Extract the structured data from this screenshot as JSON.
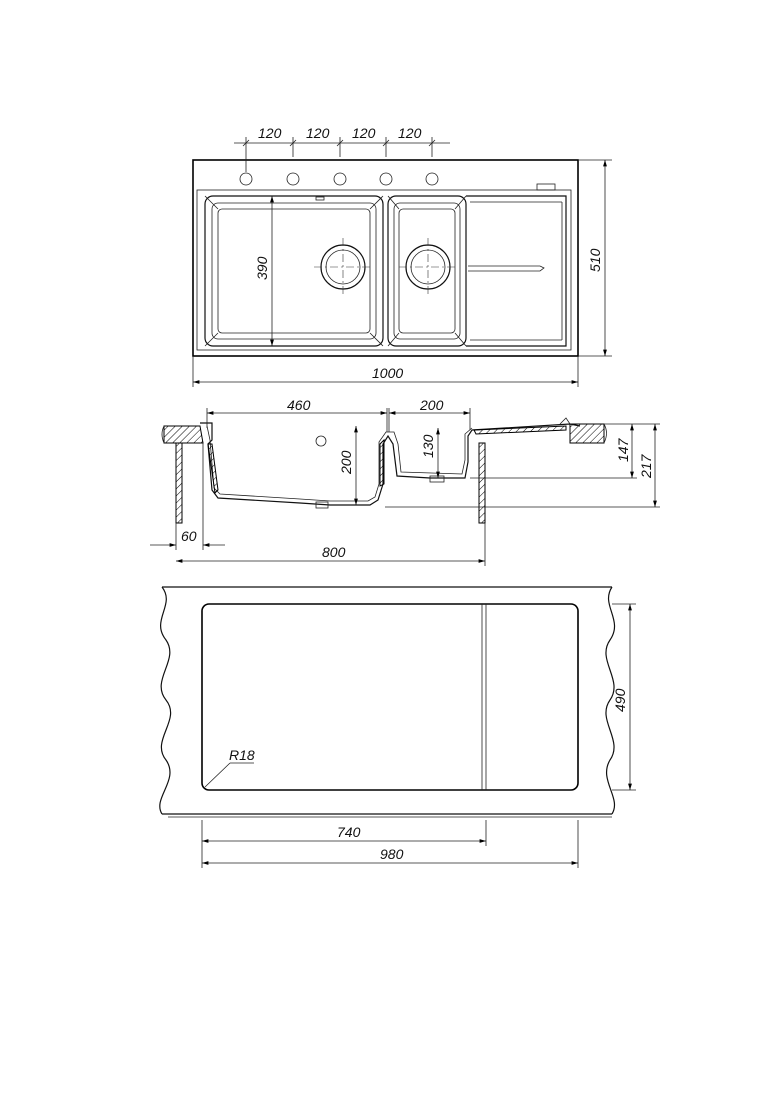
{
  "top_view": {
    "tap_spacing": [
      "120",
      "120",
      "120",
      "120"
    ],
    "bowl_depth": "390",
    "overall_width": "1000",
    "overall_depth": "510"
  },
  "section_view": {
    "main_bowl_width": "460",
    "small_bowl_width": "200",
    "main_bowl_depth": "200",
    "small_bowl_depth": "130",
    "depth_147": "147",
    "depth_217": "217",
    "edge_offset": "60",
    "cabinet_width": "800"
  },
  "cutout_view": {
    "corner_radius": "R18",
    "cutout_depth": "490",
    "width_740": "740",
    "width_980": "980"
  }
}
